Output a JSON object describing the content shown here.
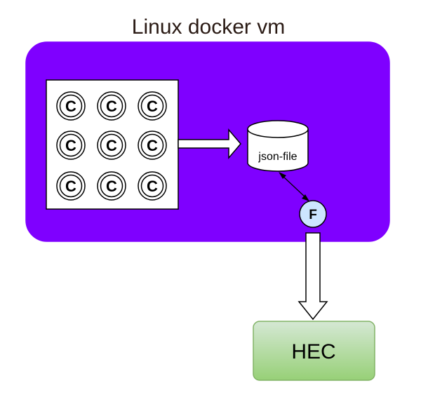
{
  "title": "Linux docker vm",
  "containers": {
    "letter": "C",
    "count": 9
  },
  "storage": {
    "label": "json-file"
  },
  "forwarder": {
    "letter": "F"
  },
  "destination": {
    "label": "HEC"
  },
  "colors": {
    "vm_fill": "#7f00ff",
    "grid_fill": "#ffffff",
    "forwarder_fill": "#cce5ff",
    "hec_fill_top": "#d5e8d4",
    "hec_fill_bottom": "#97d077",
    "hec_stroke": "#82b366",
    "title_color": "#2a1a14"
  }
}
